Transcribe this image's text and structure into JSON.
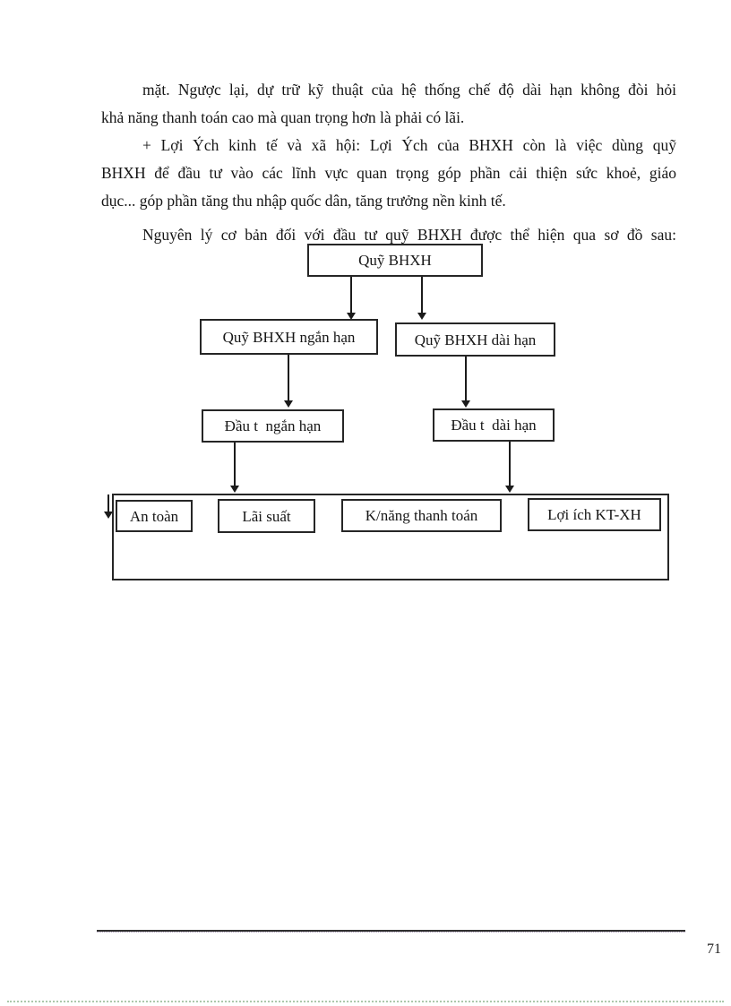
{
  "page": {
    "number": "71"
  },
  "paragraphs": {
    "l1": "mặt. Ngược lại, dự trữ kỹ thuật của hệ thống chế độ dài hạn không đòi hỏi",
    "l2": "khả năng thanh toán cao mà quan trọng hơn là phải có lãi.",
    "l3": "+ Lợi Ých kinh tế và xã hội: Lợi Ých của BHXH còn là việc dùng quỹ",
    "l4": "BHXH để đầu tư vào các lĩnh vực quan trọng góp phần cải thiện sức khoẻ, giáo",
    "l5": "dục... góp phần tăng thu nhập quốc dân, tăng trưởng nền kinh tế.",
    "l6": "Nguyên lý cơ bản đối với đầu tư quỹ BHXH được thể hiện qua sơ đồ sau:"
  },
  "diagram": {
    "root": "Quỹ BHXH",
    "short_fund": "Quỹ BHXH ngắn hạn",
    "long_fund": "Quỹ BHXH dài hạn",
    "short_invest": "Đầu t  ngắn hạn",
    "long_invest": "Đầu t  dài hạn",
    "criteria": {
      "safety": "An toàn",
      "interest": "Lãi suất",
      "liquidity": "K/năng thanh toán",
      "benefit": "Lợi ích KT-XH"
    }
  }
}
